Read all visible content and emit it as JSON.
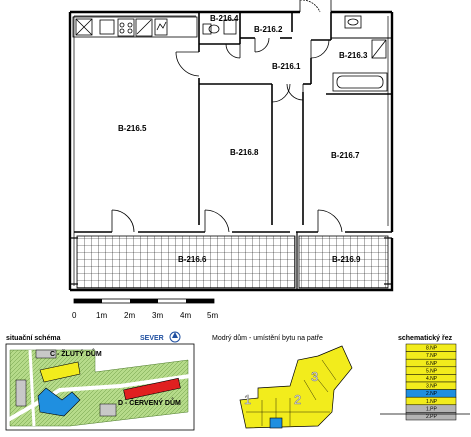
{
  "rooms": {
    "r2164": "B-216.4",
    "r2162": "B-216.2",
    "r2163": "B-216.3",
    "r2161": "B-216.1",
    "r2165": "B-216.5",
    "r2168": "B-216.8",
    "r2167": "B-216.7",
    "r2166": "B-216.6",
    "r2169": "B-216.9"
  },
  "scale": {
    "ticks": [
      "0",
      "1m",
      "2m",
      "3m",
      "4m",
      "5m"
    ]
  },
  "situation": {
    "title": "situační schéma",
    "north": "SEVER",
    "building_c": "C - ŽLUTÝ DŮM",
    "building_d": "D - ČERVENÝ DŮM"
  },
  "placement": {
    "title": "Modrý dům - umístění bytu na patře",
    "sections": [
      "1",
      "2",
      "3"
    ]
  },
  "schematic": {
    "title": "schematický řez",
    "levels": [
      "8.NP",
      "7.NP",
      "6.NP",
      "5.NP",
      "4.NP",
      "3.NP",
      "2.NP",
      "1.NP",
      "1.PP",
      "2.PP"
    ],
    "highlight_level": "2.NP"
  },
  "colors": {
    "yellow": "#f2ec1c",
    "blue": "#1f8fe0",
    "red": "#e02020",
    "green": "#a9d27a",
    "gray": "#b4b4b4"
  }
}
